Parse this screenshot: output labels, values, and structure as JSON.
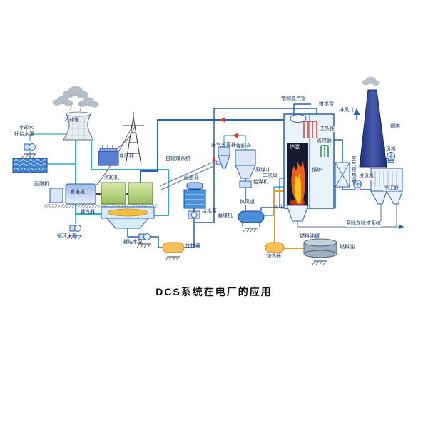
{
  "title": "DCS系统在电厂的应用",
  "colors": {
    "pipe_blue": "#2b5fb8",
    "water_cyan": "#2ab0c8",
    "flame_orange": "#e8601a",
    "flame_yellow": "#f7c81e",
    "heater_yellow": "#f5c25a",
    "chimney_navy": "#27357e",
    "steel_fill": "#dce6f5",
    "arrow_red": "#d6402a"
  },
  "labels": {
    "cooling_tower": "冷却塔",
    "makeup_line1": "冷却水",
    "makeup_line2": "补给水泵",
    "transformer": "变压器",
    "exciter": "励磁机",
    "generator": "发电机",
    "turbine": "汽轮机",
    "condenser": "凝汽器",
    "circ_pump": "循环水泵",
    "cond_pump": "凝结水泵",
    "heater1": "加热器",
    "deaerator": "除氧器",
    "feed_pump": "给水泵",
    "coal_system": "自输煤系统",
    "separator": "废气分离器",
    "bunker": "煤粉仓",
    "raw_hopper": "原煤斗",
    "feeder": "给煤机",
    "hot_air": "热风道",
    "mill": "磨煤机",
    "secondary_air": "二次风",
    "ash_hopper": "灰斗",
    "furnace": "炉膛",
    "boiler": "锅炉",
    "superheater": "过热器",
    "economizer": "省煤器",
    "sat_steam": "饱和蒸汽管",
    "feed_pipe": "给水管",
    "vent": "排风口",
    "chimney": "烟囱",
    "idf": "引风机",
    "preheater": "空气预热器",
    "fdf": "送风机",
    "dust": "除尘器",
    "ash_system": "至除灰除渣系统",
    "oil_tank": "燃料油罐",
    "fuel_oil": "燃料油",
    "heater2": "加热器"
  }
}
